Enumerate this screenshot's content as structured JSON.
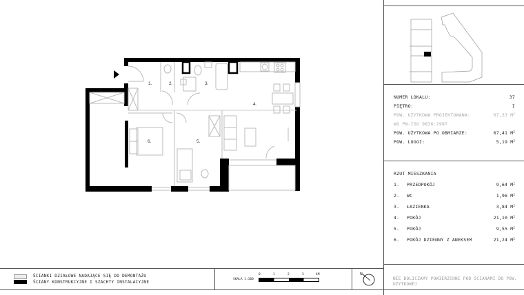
{
  "apartment": {
    "number_label": "NUMER LOKALU:",
    "number_value": "37",
    "floor_label": "PIĘTRO:",
    "floor_value": "I",
    "designed_area_label": "POW. UŻYTKOWA PROJEKTOWANA:",
    "designed_area_value": "67,33 M",
    "standard_label": "WG PN-ISO 9836:1997",
    "measured_area_label": "POW. UŻYTKOWA PO OBMIARZE:",
    "measured_area_value": "67,41 M",
    "loggia_label": "POW. LOGGI:",
    "loggia_value": "5,19 M",
    "unit_sup": "2"
  },
  "plan": {
    "title": "RZUT MIESZKANIA",
    "rooms": [
      {
        "num": "1.",
        "name": "PRZEDPOKÓJ",
        "area": "9,64 M"
      },
      {
        "num": "2.",
        "name": "WC",
        "area": "1,96 M"
      },
      {
        "num": "3.",
        "name": "ŁAZIENKA",
        "area": "3,84 M"
      },
      {
        "num": "4.",
        "name": "POKÓJ",
        "area": "21,10 M"
      },
      {
        "num": "5.",
        "name": "POKÓJ",
        "area": "9,55 M"
      },
      {
        "num": "6.",
        "name": "POKÓJ DZIENNY Z ANEKSEM",
        "area": "21,24 M"
      }
    ],
    "labels": [
      "1.",
      "2.",
      "3.",
      "4.",
      "5.",
      "6."
    ]
  },
  "legend": {
    "demolition_walls": "ŚCIANKI DZIAŁOWE NADAJĄCE SIĘ DO DEMONTAŻU",
    "structural_walls": "ŚCIANY KONSTRUKCYJNE I SZACHTY INSTALACYJNE"
  },
  "scale": {
    "label": "SKALA 1:100",
    "ticks": [
      "0",
      "1",
      "2",
      "3",
      "4M"
    ]
  },
  "footnote": "NIE DOLICZAMY POWIERZCHNI POD ŚCIANAMI DO POW. UŻYTKOWEJ",
  "colors": {
    "wall": "#000000",
    "partition": "#bbbbbb",
    "border": "#555555",
    "muted_text": "#aaaaaa"
  }
}
